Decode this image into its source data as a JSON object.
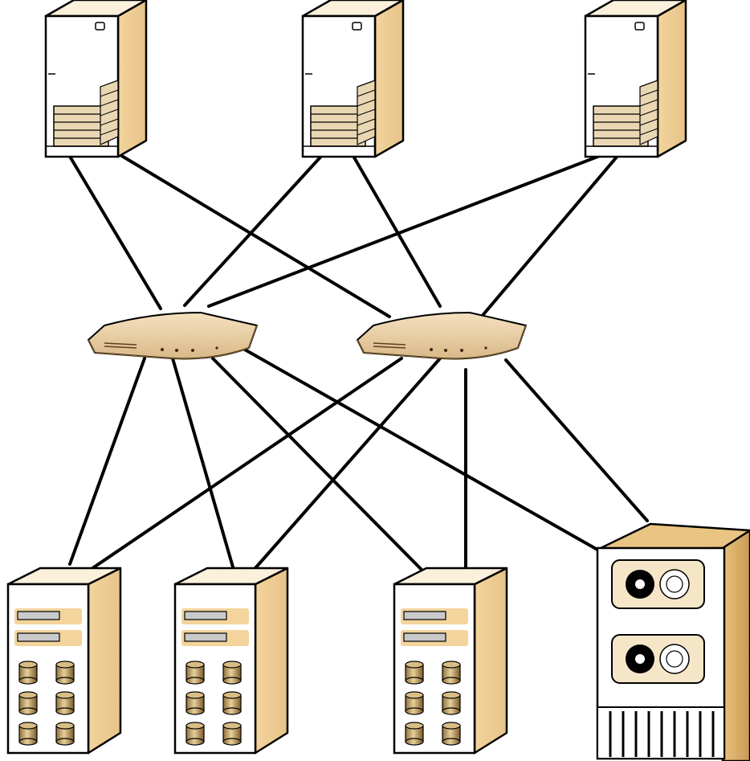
{
  "diagram": {
    "type": "network-topology",
    "colors": {
      "background": "#ffffff",
      "line": "#000000",
      "device_front": "#ffffff",
      "device_side": "#f0cf96",
      "device_side_dark": "#d9b071",
      "bay": "#e8d2a8",
      "switch_top": "#f2dcb4",
      "switch_front": "#d8b98a",
      "storage_slot": "#c9c9c9",
      "disk": "#c9a76b",
      "tape_panel": "#f5e6c8"
    },
    "nodes": [
      {
        "id": "server-1",
        "kind": "server",
        "icon": "tower-server-icon"
      },
      {
        "id": "server-2",
        "kind": "server",
        "icon": "tower-server-icon"
      },
      {
        "id": "server-3",
        "kind": "server",
        "icon": "tower-server-icon"
      },
      {
        "id": "switch-1",
        "kind": "switch",
        "icon": "network-switch-icon"
      },
      {
        "id": "switch-2",
        "kind": "switch",
        "icon": "network-switch-icon"
      },
      {
        "id": "storage-1",
        "kind": "storage",
        "icon": "disk-array-icon"
      },
      {
        "id": "storage-2",
        "kind": "storage",
        "icon": "disk-array-icon"
      },
      {
        "id": "storage-3",
        "kind": "storage",
        "icon": "disk-array-icon"
      },
      {
        "id": "tape-library",
        "kind": "tape",
        "icon": "tape-library-icon"
      }
    ],
    "edges": [
      [
        "server-1",
        "switch-1"
      ],
      [
        "server-1",
        "switch-2"
      ],
      [
        "server-2",
        "switch-1"
      ],
      [
        "server-2",
        "switch-2"
      ],
      [
        "server-3",
        "switch-1"
      ],
      [
        "server-3",
        "switch-2"
      ],
      [
        "switch-1",
        "storage-1"
      ],
      [
        "switch-1",
        "storage-2"
      ],
      [
        "switch-1",
        "storage-3"
      ],
      [
        "switch-1",
        "tape-library"
      ],
      [
        "switch-2",
        "storage-1"
      ],
      [
        "switch-2",
        "storage-2"
      ],
      [
        "switch-2",
        "storage-3"
      ],
      [
        "switch-2",
        "tape-library"
      ]
    ]
  }
}
